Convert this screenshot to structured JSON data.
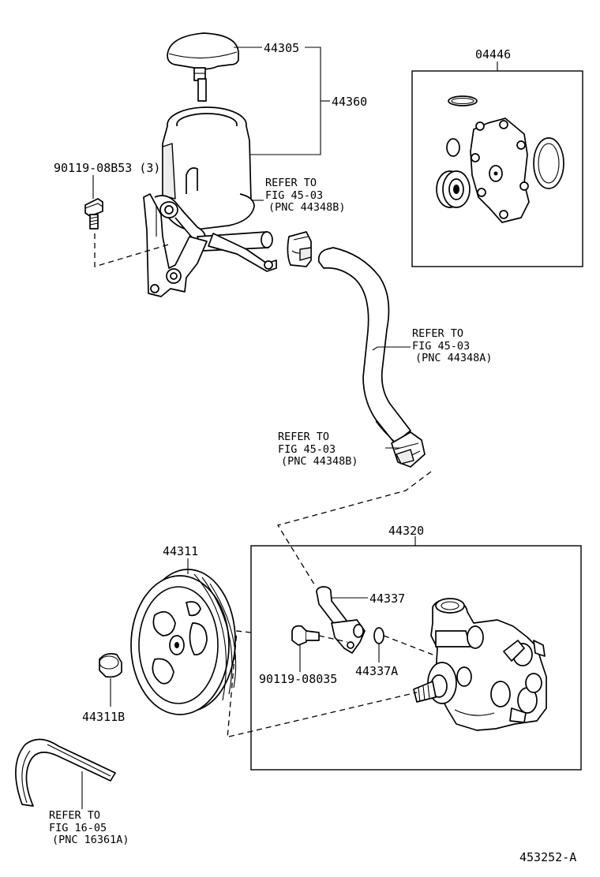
{
  "callouts": {
    "cap": "44305",
    "reservoir": "44360",
    "gasket_kit": "04446",
    "bolt_reservoir": "90119-08B53 (3)",
    "ref_top_hose_clamp": [
      "REFER TO",
      "FIG 45-03",
      "(PNC 44348B)"
    ],
    "ref_hose": [
      "REFER TO",
      "FIG 45-03",
      "(PNC 44348A)"
    ],
    "ref_lower_clamp": [
      "REFER TO",
      "FIG 45-03",
      "(PNC 44348B)"
    ],
    "pump_assy": "44320",
    "pulley": "44311",
    "union": "44337",
    "bolt_union": "90119-08035",
    "o_ring": "44337A",
    "pulley_nut": "44311B",
    "ref_belt": [
      "REFER TO",
      "FIG 16-05",
      "(PNC 16361A)"
    ],
    "diagram_id": "453252-A"
  }
}
